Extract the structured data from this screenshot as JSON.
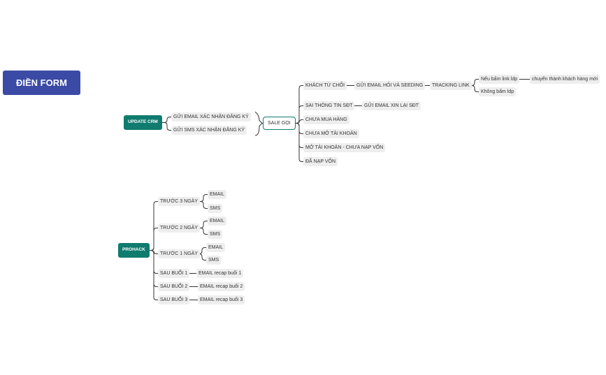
{
  "banner": {
    "label": "ĐIỀN FORM"
  },
  "mindmap": {
    "update_crm": {
      "label": "UPDATE CRM",
      "children": [
        "GỬI EMAIL XÁC NHẬN ĐĂNG KÝ",
        "GỬI SMS XÁC NHẬN ĐĂNG KÝ"
      ],
      "sale_goi": {
        "label": "SALE GỌI",
        "children": [
          {
            "label": "KHÁCH TỪ CHỐI"
          },
          {
            "label": "SAI THÔNG TIN SĐT"
          },
          {
            "label": "CHƯA MUA HÀNG"
          },
          {
            "label": "CHƯA MỞ TÀI KHOẢN"
          },
          {
            "label": "MỞ TÀI KHOẢN - CHƯA NẠP VỐN"
          },
          {
            "label": "ĐÃ NẠP VỐN"
          }
        ],
        "khach_tu_choi_chain": {
          "step1": "GỬI EMAIL HỎI VÀ SEEDING",
          "step2": "TRACKING LINK",
          "branches": [
            "Nếu bấm link ldp",
            "Không bấm ldp"
          ],
          "branch1_next": "chuyển thành khách hàng mới"
        },
        "sai_thong_tin_next": "GỬI EMAIL XIN LẠI SĐT"
      }
    },
    "prohack": {
      "label": "PROHACK",
      "children": [
        {
          "label": "TRƯỚC 3 NGÀY",
          "sub": [
            "EMAIL",
            "SMS"
          ]
        },
        {
          "label": "TRƯỚC 2 NGÀY",
          "sub": [
            "EMAIL",
            "SMS"
          ]
        },
        {
          "label": "TRƯỚC 1 NGÀY",
          "sub": [
            "EMAIL",
            "SMS"
          ]
        },
        {
          "label": "SAU BUỔI 1",
          "next": "EMAIL recap buổi 1"
        },
        {
          "label": "SAU BUỔI 2",
          "next": "EMAIL recap buổi 2"
        },
        {
          "label": "SAU BUỔI 3",
          "next": "EMAIL recap buổi 3"
        }
      ]
    }
  }
}
